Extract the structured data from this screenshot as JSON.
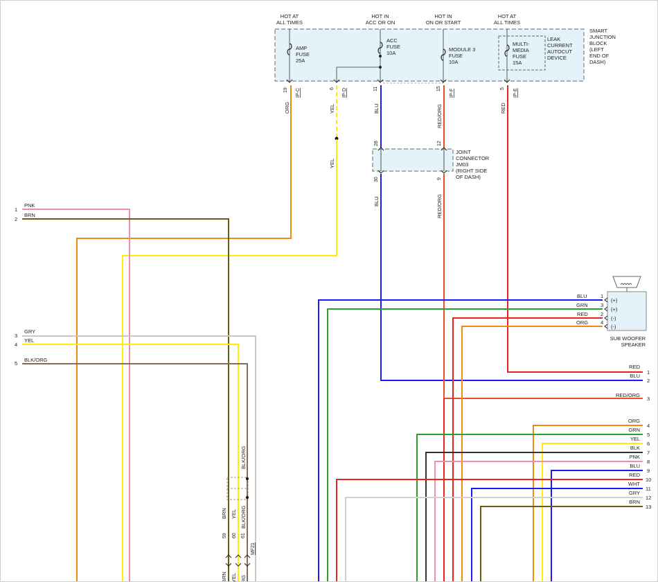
{
  "junction_block": {
    "headers": [
      {
        "line1": "HOT AT",
        "line2": "ALL TIMES"
      },
      {
        "line1": "HOT IN",
        "line2": "ACC OR ON"
      },
      {
        "line1": "HOT IN",
        "line2": "ON OR START"
      },
      {
        "line1": "HOT AT",
        "line2": "ALL TIMES"
      }
    ],
    "label": [
      "SMART",
      "JUNCTION",
      "BLOCK",
      "(LEFT",
      "END OF",
      "DASH)"
    ],
    "fuses": [
      {
        "lines": [
          "AMP",
          "FUSE",
          "25A"
        ]
      },
      {
        "lines": [
          "ACC",
          "FUSE",
          "10A"
        ]
      },
      {
        "lines": [
          "MODULE 3",
          "FUSE",
          "10A"
        ]
      },
      {
        "lines": [
          "MULTI-",
          "MEDIA",
          "FUSE",
          "15A"
        ]
      }
    ],
    "leak_device": [
      "LEAK",
      "CURRENT",
      "AUTOCUT",
      "DEVICE"
    ],
    "pins": [
      {
        "num": "19",
        "conn": "IP-C"
      },
      {
        "num": "6",
        "conn": "IP-D"
      },
      {
        "num": "11",
        "conn": ""
      },
      {
        "num": "15",
        "conn": "IP-F"
      },
      {
        "num": "5",
        "conn": "IP-E"
      }
    ]
  },
  "joint_connector": {
    "label": [
      "JOINT",
      "CONNECTOR",
      "JM03",
      "(RIGHT SIDE",
      "OF DASH)"
    ],
    "pins_top": [
      "28",
      "12"
    ],
    "pins_bottom": [
      "30",
      "9"
    ]
  },
  "wire_labels": {
    "org": "ORG",
    "yel": "YEL",
    "blu": "BLU",
    "redorg": "RED/ORG",
    "red": "RED",
    "yel2": "YEL",
    "blu2": "BLU",
    "redorg2": "RED/ORG"
  },
  "left_connector": [
    {
      "pin": "1",
      "color": "PNK"
    },
    {
      "pin": "2",
      "color": "BRN"
    },
    {
      "pin": "3",
      "color": "GRY"
    },
    {
      "pin": "4",
      "color": "YEL"
    },
    {
      "pin": "5",
      "color": "BLK/ORG"
    }
  ],
  "speaker": {
    "label1": "SUB WOOFER",
    "label2": "SPEAKER",
    "pins": [
      {
        "color": "BLU",
        "pin": "1",
        "pol": "(+)"
      },
      {
        "color": "GRN",
        "pin": "3",
        "pol": "(+)"
      },
      {
        "color": "RED",
        "pin": "2",
        "pol": "(-)"
      },
      {
        "color": "ORG",
        "pin": "4",
        "pol": "(-)"
      }
    ]
  },
  "right_connector": [
    {
      "pin": "1",
      "color": "RED"
    },
    {
      "pin": "2",
      "color": "BLU"
    },
    {
      "pin": "3",
      "color": "RED/ORG"
    },
    {
      "pin": "4",
      "color": "ORG"
    },
    {
      "pin": "5",
      "color": "GRN"
    },
    {
      "pin": "6",
      "color": "YEL"
    },
    {
      "pin": "7",
      "color": "BLK"
    },
    {
      "pin": "8",
      "color": "PNK"
    },
    {
      "pin": "9",
      "color": "BLU"
    },
    {
      "pin": "10",
      "color": "RED"
    },
    {
      "pin": "11",
      "color": "WHT"
    },
    {
      "pin": "12",
      "color": "GRY"
    },
    {
      "pin": "13",
      "color": "BRN"
    }
  ],
  "mf21": {
    "conn": "MF21",
    "pins": [
      "59",
      "60",
      "61"
    ],
    "upper_labels": [
      "BRN",
      "YEL",
      "BLK/ORG"
    ],
    "top_label": "BLK/ORG",
    "lower_labels": [
      "BRN",
      "YEL",
      "RG"
    ]
  },
  "colors": {
    "pnk": "#f08cb0",
    "brn": "#6b5a10",
    "gry": "#c8c8c8",
    "yel": "#ffee00",
    "blkorg": "#8b6a55",
    "org": "#ee8a10",
    "blu": "#1a1aff",
    "red": "#ee2020",
    "redorg": "#e8502a",
    "grn": "#2aa02a",
    "blk": "#333333",
    "wht": "#d0d0d0",
    "box_fill": "#e4f2fa",
    "box_stroke": "#666666"
  }
}
